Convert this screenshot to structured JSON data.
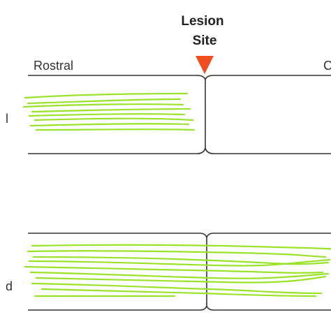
{
  "labels": {
    "lesion_line1": "Lesion",
    "lesion_line2": "Site",
    "rostral": "Rostral",
    "caudal_partial": "C",
    "top_row_partial": "l",
    "bottom_row_partial": "d"
  },
  "colors": {
    "axon": "#9be22a",
    "marker": "#f04e1f",
    "outline": "#333333",
    "text": "#333333"
  },
  "icons": {
    "lesion_marker": "down-arrowhead-icon"
  }
}
